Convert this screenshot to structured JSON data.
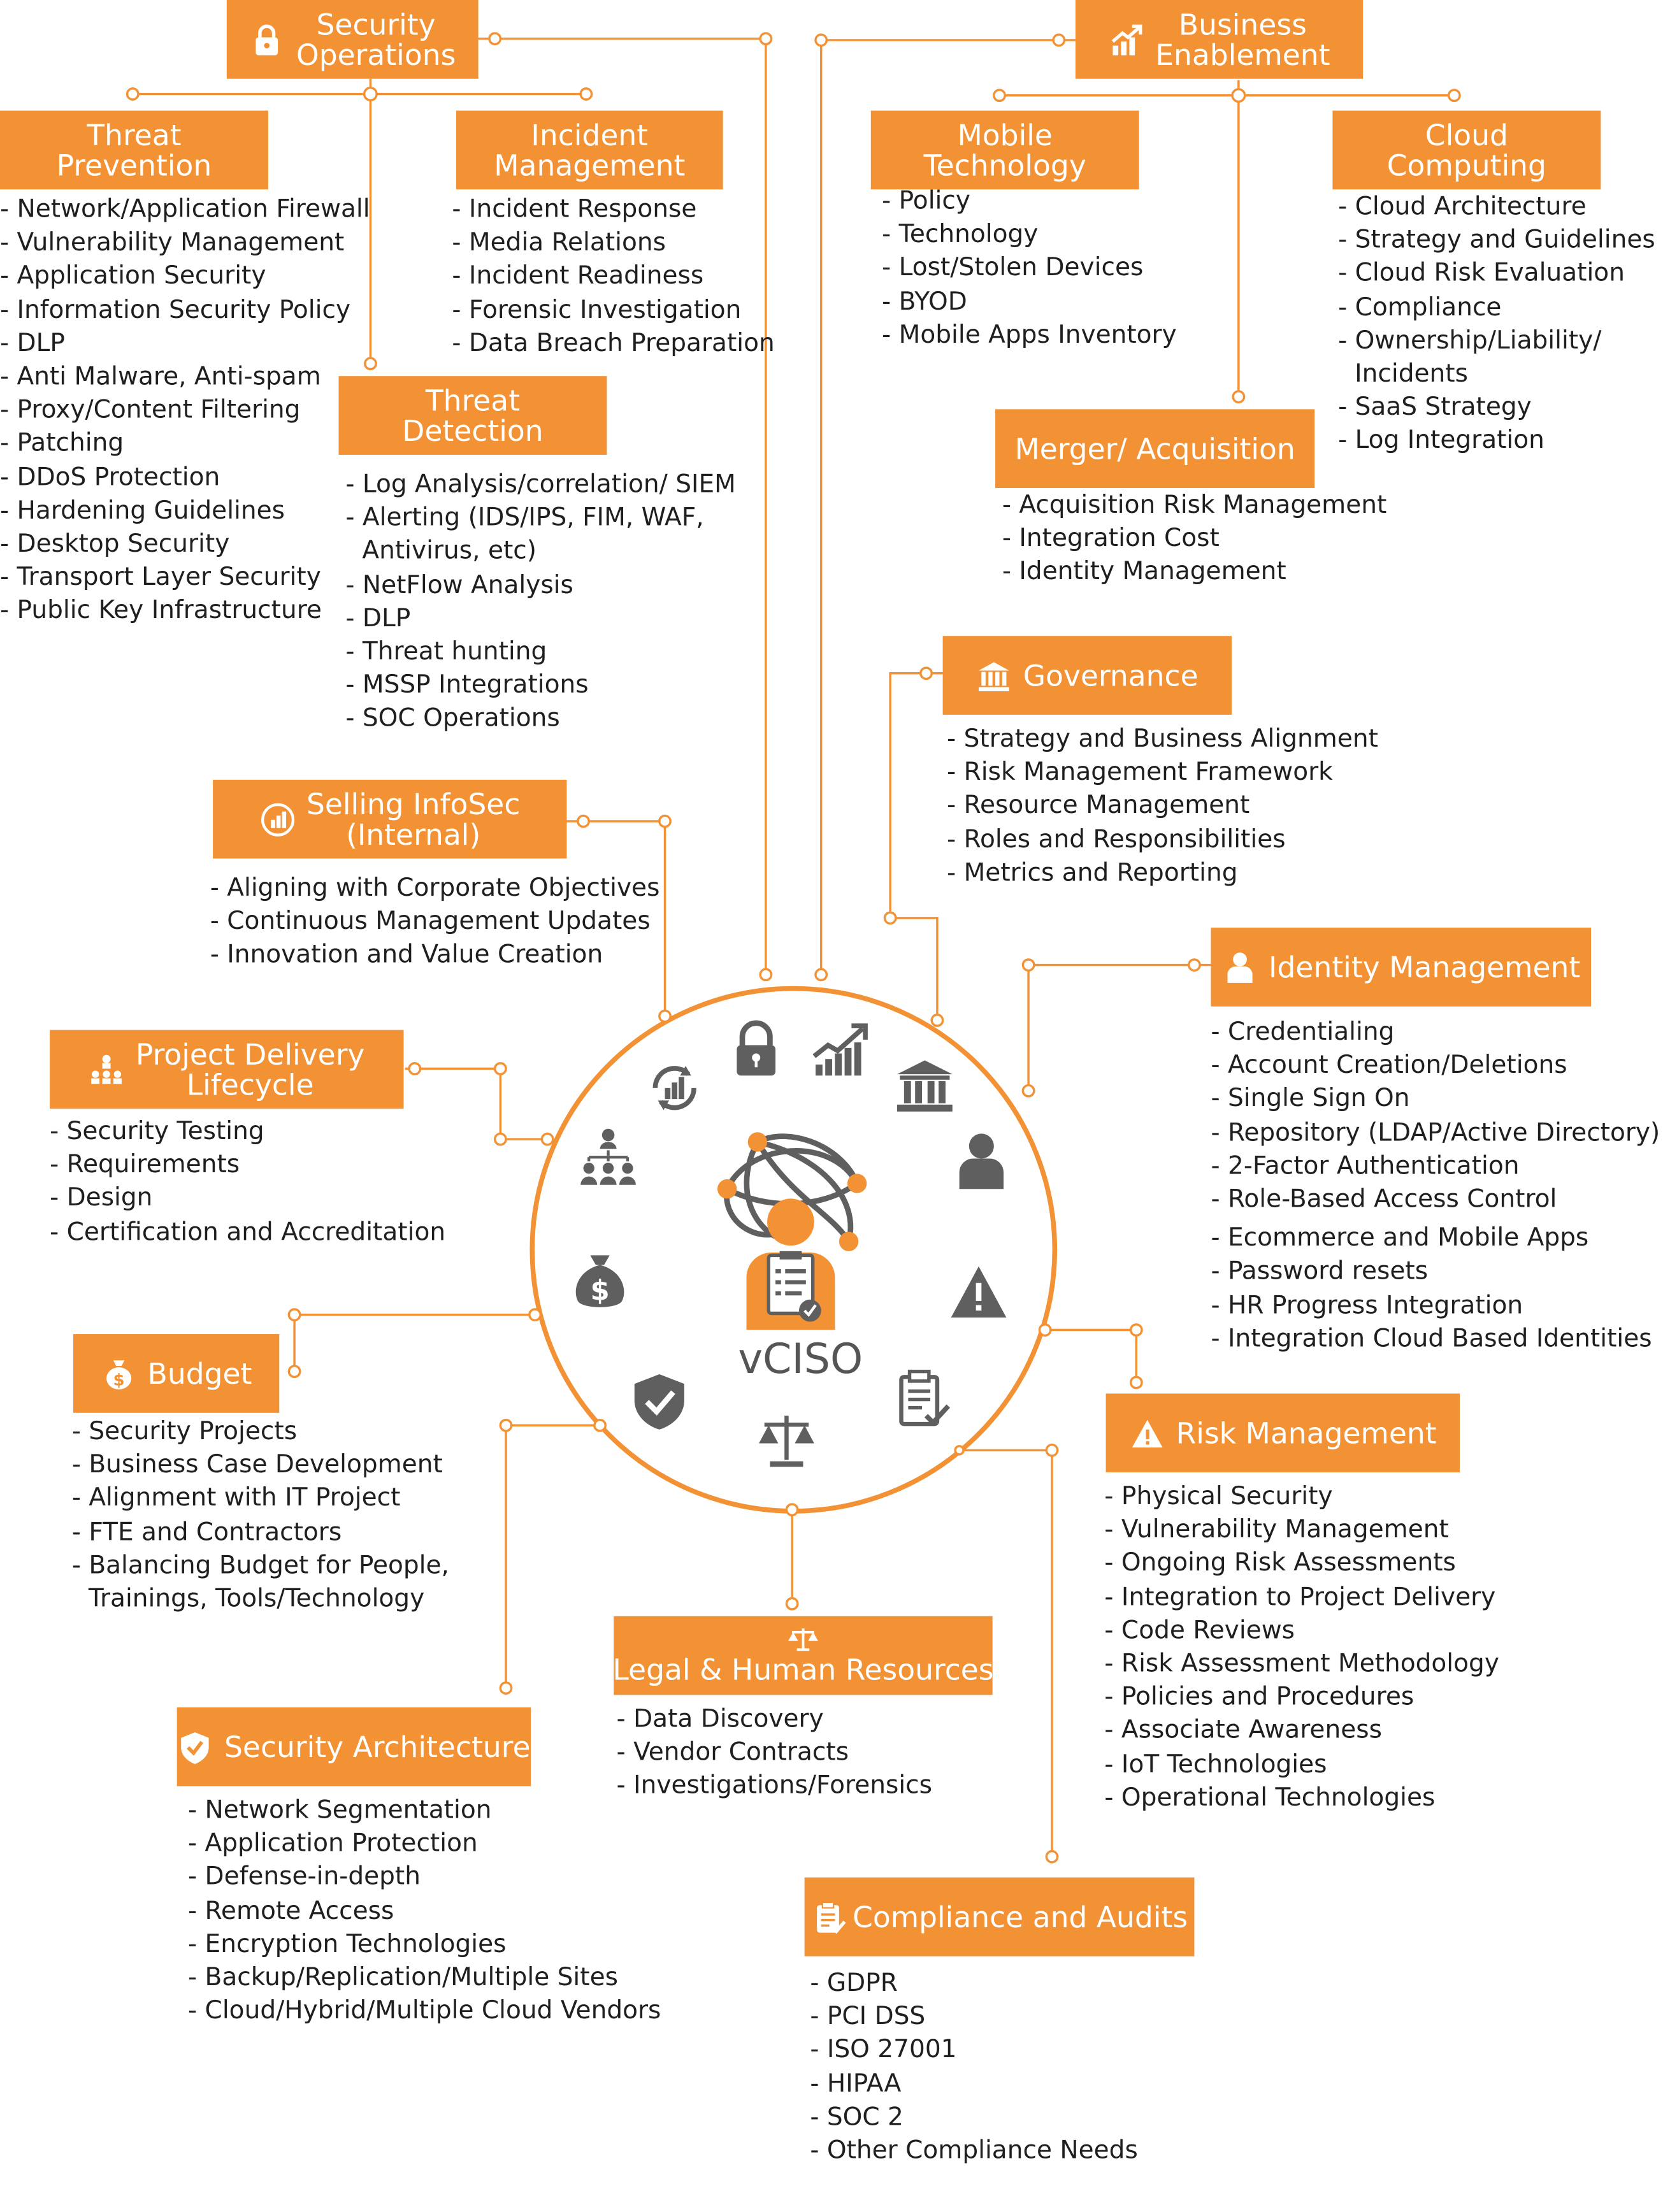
{
  "center": {
    "label": "vCISO"
  },
  "colors": {
    "accent": "#f29235",
    "icon_gray": "#5f5f5f",
    "text": "#1f1f1f"
  },
  "sections": {
    "security_operations": {
      "title_lines": [
        "Security",
        "Operations"
      ],
      "icon": "lock-icon"
    },
    "threat_prevention": {
      "title_lines": [
        "Threat",
        "Prevention"
      ],
      "items": [
        "- Network/Application Firewall",
        "- Vulnerability Management",
        "- Application Security",
        "- Information Security Policy",
        "- DLP",
        "- Anti Malware, Anti-spam",
        "- Proxy/Content Filtering",
        "- Patching",
        "- DDoS Protection",
        "- Hardening Guidelines",
        "- Desktop Security",
        "- Transport Layer Security",
        "- Public Key Infrastructure"
      ]
    },
    "incident_management": {
      "title_lines": [
        "Incident",
        "Management"
      ],
      "items": [
        "- Incident Response",
        "- Media Relations",
        "- Incident Readiness",
        "- Forensic Investigation",
        "- Data Breach Preparation"
      ]
    },
    "threat_detection": {
      "title_lines": [
        "Threat",
        "Detection"
      ],
      "items": [
        "- Log Analysis/correlation/  SIEM",
        "- Alerting (IDS/IPS, FIM, WAF,",
        "Antivirus, etc)",
        "- NetFlow Analysis",
        "- DLP",
        "- Threat hunting",
        "- MSSP Integrations",
        "- SOC Operations"
      ]
    },
    "business_enablement": {
      "title_lines": [
        "Business",
        "Enablement"
      ],
      "icon": "growth-chart-icon"
    },
    "mobile_technology": {
      "title_lines": [
        "Mobile",
        "Technology"
      ],
      "items": [
        "- Policy",
        "- Technology",
        "- Lost/Stolen Devices",
        "- BYOD",
        "- Mobile Apps Inventory"
      ]
    },
    "cloud_computing": {
      "title_lines": [
        "Cloud",
        "Computing"
      ],
      "items": [
        "- Cloud Architecture",
        "- Strategy and Guidelines",
        "- Cloud Risk Evaluation",
        "- Compliance",
        "- Ownership/Liability/",
        "Incidents",
        "- SaaS Strategy",
        "- Log Integration"
      ]
    },
    "merger_acquisition": {
      "title": "Merger/ Acquisition",
      "items": [
        "- Acquisition Risk Management",
        "- Integration Cost",
        "- Identity Management"
      ]
    },
    "governance": {
      "title": "Governance",
      "icon": "bank-icon",
      "items": [
        "- Strategy and Business Alignment",
        "- Risk Management Framework",
        "- Resource Management",
        "- Roles and Responsibilities",
        "- Metrics and Reporting"
      ]
    },
    "selling_infosec": {
      "title_lines": [
        "Selling InfoSec",
        "(Internal)"
      ],
      "icon": "refresh-chart-icon",
      "items": [
        "- Aligning with Corporate Objectives",
        "- Continuous Management Updates",
        "- Innovation and Value Creation"
      ]
    },
    "identity_management": {
      "title": "Identity Management",
      "icon": "person-icon",
      "items": [
        "- Credentialing",
        "- Account Creation/Deletions",
        "- Single Sign On",
        "- Repository (LDAP/Active Directory)",
        "- 2-Factor Authentication",
        "- Role-Based Access Control",
        "- Ecommerce and Mobile Apps",
        "- Password resets",
        "- HR Progress Integration",
        "- Integration Cloud Based Identities"
      ]
    },
    "project_delivery": {
      "title_lines": [
        "Project Delivery",
        "Lifecycle"
      ],
      "icon": "org-chart-icon",
      "items": [
        "- Security Testing",
        "- Requirements",
        "- Design",
        "- Certification and Accreditation"
      ]
    },
    "budget": {
      "title": "Budget",
      "icon": "money-bag-icon",
      "items": [
        "- Security Projects",
        "- Business Case Development",
        "- Alignment with IT Project",
        "- FTE and Contractors",
        "- Balancing Budget for People,",
        "Trainings, Tools/Technology"
      ]
    },
    "risk_management": {
      "title": "Risk Management",
      "icon": "warning-icon",
      "items": [
        "- Physical Security",
        "- Vulnerability Management",
        "- Ongoing Risk Assessments",
        "- Integration to Project Delivery",
        "- Code Reviews",
        "- Risk Assessment Methodology",
        "- Policies and Procedures",
        "- Associate Awareness",
        "- IoT Technologies",
        "- Operational Technologies"
      ]
    },
    "legal_hr": {
      "title": "Legal & Human Resources",
      "icon": "scales-icon",
      "items": [
        "- Data Discovery",
        "- Vendor Contracts",
        "- Investigations/Forensics"
      ]
    },
    "security_architecture": {
      "title": "Security Architecture",
      "icon": "shield-check-icon",
      "items": [
        "- Network Segmentation",
        "- Application Protection",
        "- Defense-in-depth",
        "- Remote Access",
        "- Encryption Technologies",
        "- Backup/Replication/Multiple Sites",
        "- Cloud/Hybrid/Multiple Cloud Vendors"
      ]
    },
    "compliance_audits": {
      "title": "Compliance and Audits",
      "icon": "clipboard-icon",
      "items": [
        "- GDPR",
        "- PCI DSS",
        "- ISO 27001",
        "- HIPAA",
        "- SOC 2",
        "- Other Compliance Needs"
      ]
    }
  }
}
